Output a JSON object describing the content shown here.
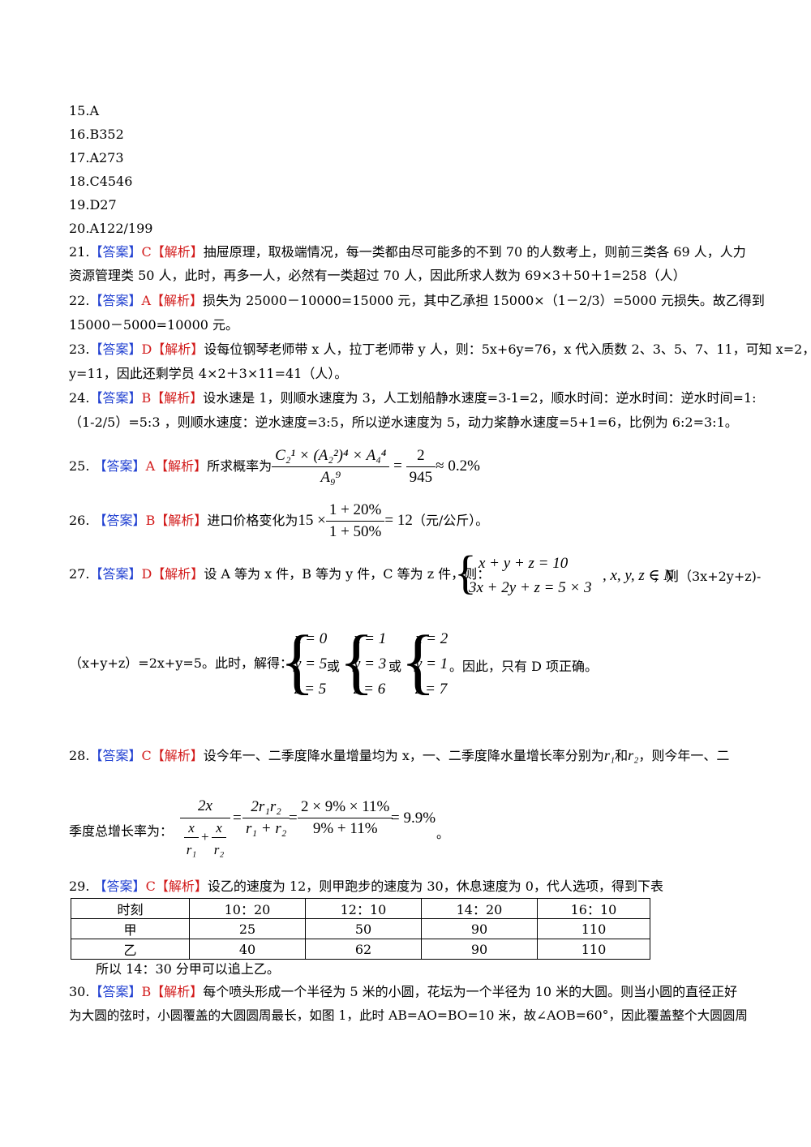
{
  "answers": {
    "a15": "15.A",
    "a16": "16.B352",
    "a17": "17.A273",
    "a18": "18.C4546",
    "a19": "19.D27",
    "a20": "20.A122/199"
  },
  "labels": {
    "answer": "【答案】",
    "analysis": "【解析】"
  },
  "q21": {
    "num": "21.",
    "ans": "C",
    "line1": "抽屉原理，取极端情况，每一类都由尽可能多的不到 70 的人数考上，则前三类各 69 人，人力",
    "line2": "资源管理类 50 人，此时，再多一人，必然有一类超过 70 人，因此所求人数为 69×3＋50＋1=258（人）"
  },
  "q22": {
    "num": "22.",
    "ans": "A",
    "line1": "损失为 25000－10000=15000 元，其中乙承担 15000×（1－2/3）=5000 元损失。故乙得到",
    "line2": "15000－5000=10000 元。"
  },
  "q23": {
    "num": "23.",
    "ans": "D",
    "line1": "设每位钢琴老师带 x 人，拉丁老师带 y 人，则：5x+6y=76，x 代入质数 2、3、5、7、11，可知 x=2，",
    "line2": "y=11，因此还剩学员 4×2＋3×11=41（人）。"
  },
  "q24": {
    "num": "24.",
    "ans": "B",
    "line1": "设水速是 1，则顺水速度为 3，人工划船静水速度=3-1=2，顺水时间：逆水时间：逆水时间=1:",
    "line2": "（1-2/5）=5:3 ，则顺水速度：逆水速度=3:5，所以逆水速度为 5，动力桨静水速度=5+1=6，比例为 6:2=3:1。"
  },
  "q25": {
    "num": "25.",
    "ans": "A",
    "text": "所求概率为",
    "frac_num": "C₂¹ × (A₂²)⁴ × A₄⁴",
    "frac_den": "A₉⁹",
    "res_num": "2",
    "res_den": "945",
    "approx": "≈ 0.2%"
  },
  "q26": {
    "num": "26.",
    "ans": "B",
    "text": "进口价格变化为",
    "mul": "15 ×",
    "frac_num": "1 + 20%",
    "frac_den": "1 + 50%",
    "result": "= 12",
    "unit": "（元/公斤）。"
  },
  "q27": {
    "num": "27.",
    "ans": "D",
    "text1": "设 A 等为 x 件，B 等为 y 件，C 等为 z 件，则：",
    "eq1": "x + y + z = 10",
    "eq2": "3x + 2y + z = 5 × 3",
    "cond": ", x, y, z ∈ N",
    "text2": "，则（3x+2y+z)-",
    "text3": "（x+y+z）=2x+y=5。此时，解得：",
    "s1": [
      "x = 0",
      "y = 5",
      "z = 5"
    ],
    "s2": [
      "x = 1",
      "y = 3",
      "z = 6"
    ],
    "s3": [
      "x = 2",
      "y = 1",
      "z = 7"
    ],
    "or": "或",
    "text4": "。因此，只有 D 项正确。"
  },
  "q28": {
    "num": "28.",
    "ans": "C",
    "text1": "设今年一、二季度降水量增量均为 x，一、二季度降水量增长率分别为",
    "r1": "r₁",
    "and": "和",
    "r2": "r₂",
    "text2": "，则今年一、二",
    "text3": "季度总增长率为：",
    "f1_num": "2x",
    "f2_num": "2r₁r₂",
    "f2_den": "r₁ + r₂",
    "f3_num": "2 × 9% × 11%",
    "f3_den": "9% + 11%",
    "result": "= 9.9%",
    "end": "。",
    "den_x": "x",
    "den_r1": "r₁",
    "den_r2": "r₂",
    "plus": "+",
    "eq": "="
  },
  "q29": {
    "num": "29.",
    "ans": "C",
    "text": "设乙的速度为 12，则甲跑步的速度为 30，休息速度为 0，代人选项，得到下表",
    "headers": [
      "时刻",
      "10：20",
      "12：10",
      "14：20",
      "16：10"
    ],
    "row_jia": [
      "甲",
      "25",
      "50",
      "90",
      "110"
    ],
    "row_yi": [
      "乙",
      "40",
      "62",
      "90",
      "110"
    ],
    "after": "所以 14：30 分甲可以追上乙。"
  },
  "q30": {
    "num": "30.",
    "ans": "B",
    "line1": "每个喷头形成一个半径为 5 米的小圆，花坛为一个半径为 10 米的大圆。则当小圆的直径正好",
    "line2": "为大圆的弦时，小圆覆盖的大圆圆周最长，如图 1，此时 AB=AO=BO=10 米，故∠AOB=60°，因此覆盖整个大圆圆周"
  }
}
